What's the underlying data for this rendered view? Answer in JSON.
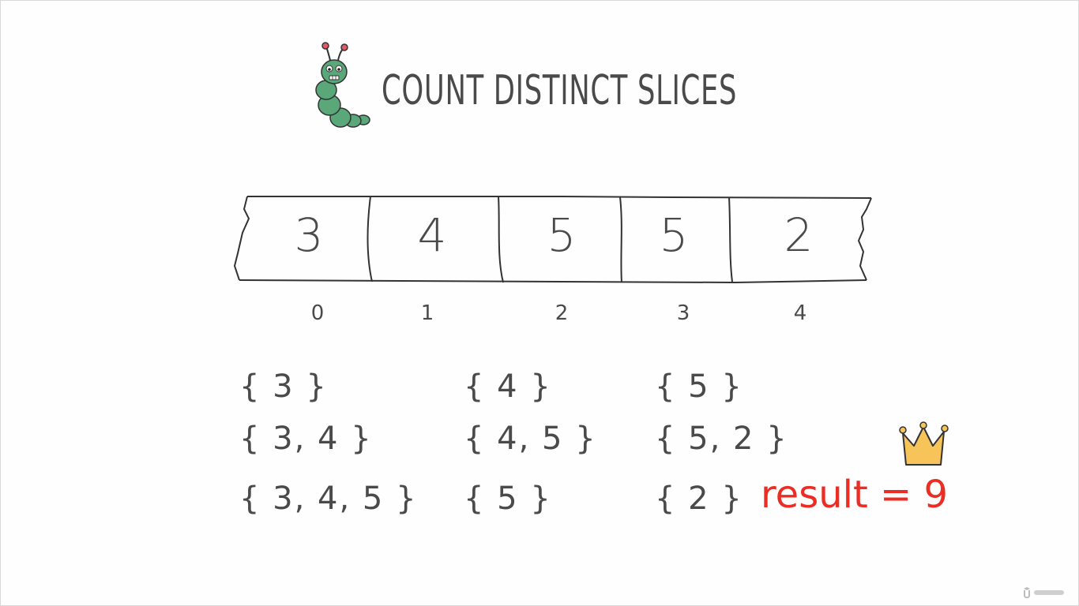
{
  "title": "COUNT DISTINCT SLICES",
  "array": {
    "values": [
      "3",
      "4",
      "5",
      "5",
      "2"
    ],
    "indices": [
      "0",
      "1",
      "2",
      "3",
      "4"
    ]
  },
  "slices": [
    [
      "{ 3 }",
      "{ 3, 4 }",
      "{ 3, 4, 5 }"
    ],
    [
      "{ 4 }",
      "{ 4, 5 }",
      "{ 5 }"
    ],
    [
      "{ 5 }",
      "{ 5, 2 }",
      "{ 2 }"
    ]
  ],
  "result": "result = 9",
  "colors": {
    "ink": "#4a4a4a",
    "result": "#ec2d23",
    "caterpillar": "#5aa77a",
    "crown": "#f7c45a"
  },
  "icons": {
    "mascot": "caterpillar-icon",
    "crown": "crown-icon",
    "watermark": "udemy-logo"
  }
}
